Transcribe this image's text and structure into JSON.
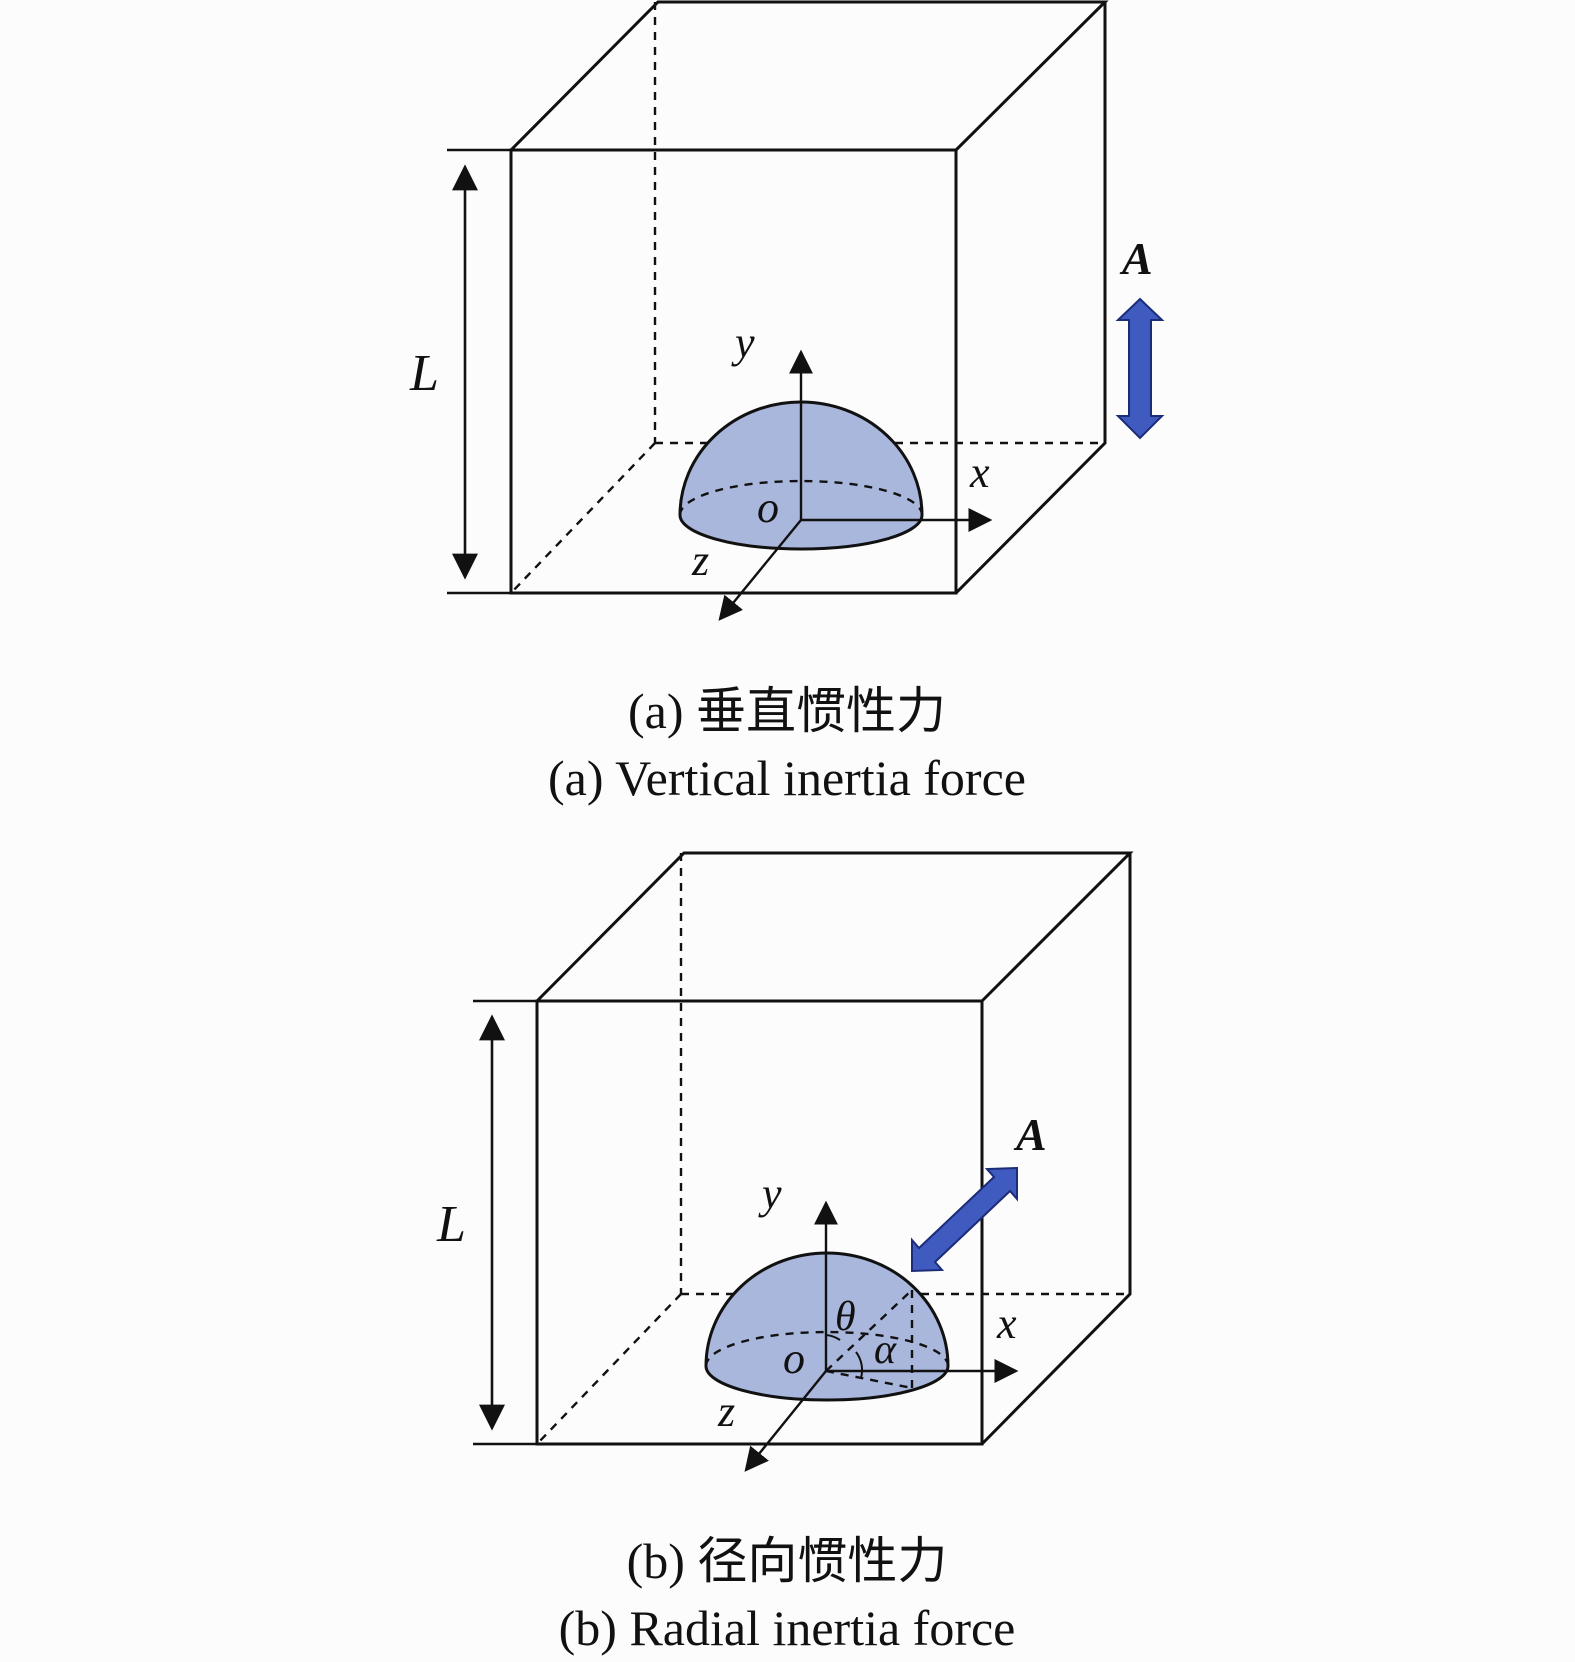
{
  "panels": [
    {
      "id": "a",
      "length_label": "L",
      "force_label": "A",
      "axes": {
        "x": "x",
        "y": "y",
        "z": "z",
        "origin": "o"
      },
      "caption_cn": "(a) 垂直惯性力",
      "caption_en": "(a) Vertical inertia force"
    },
    {
      "id": "b",
      "length_label": "L",
      "force_label": "A",
      "axes": {
        "x": "x",
        "y": "y",
        "z": "z",
        "origin": "o"
      },
      "angle_labels": {
        "theta": "θ",
        "alpha": "α"
      },
      "caption_cn": "(b) 径向惯性力",
      "caption_en": "(b) Radial inertia force"
    }
  ],
  "colors": {
    "hemisphere_fill": "#a9b7dc",
    "force_arrow_fill": "#3f5bbf",
    "force_arrow_stroke": "#1c2c78",
    "line": "#111111"
  }
}
